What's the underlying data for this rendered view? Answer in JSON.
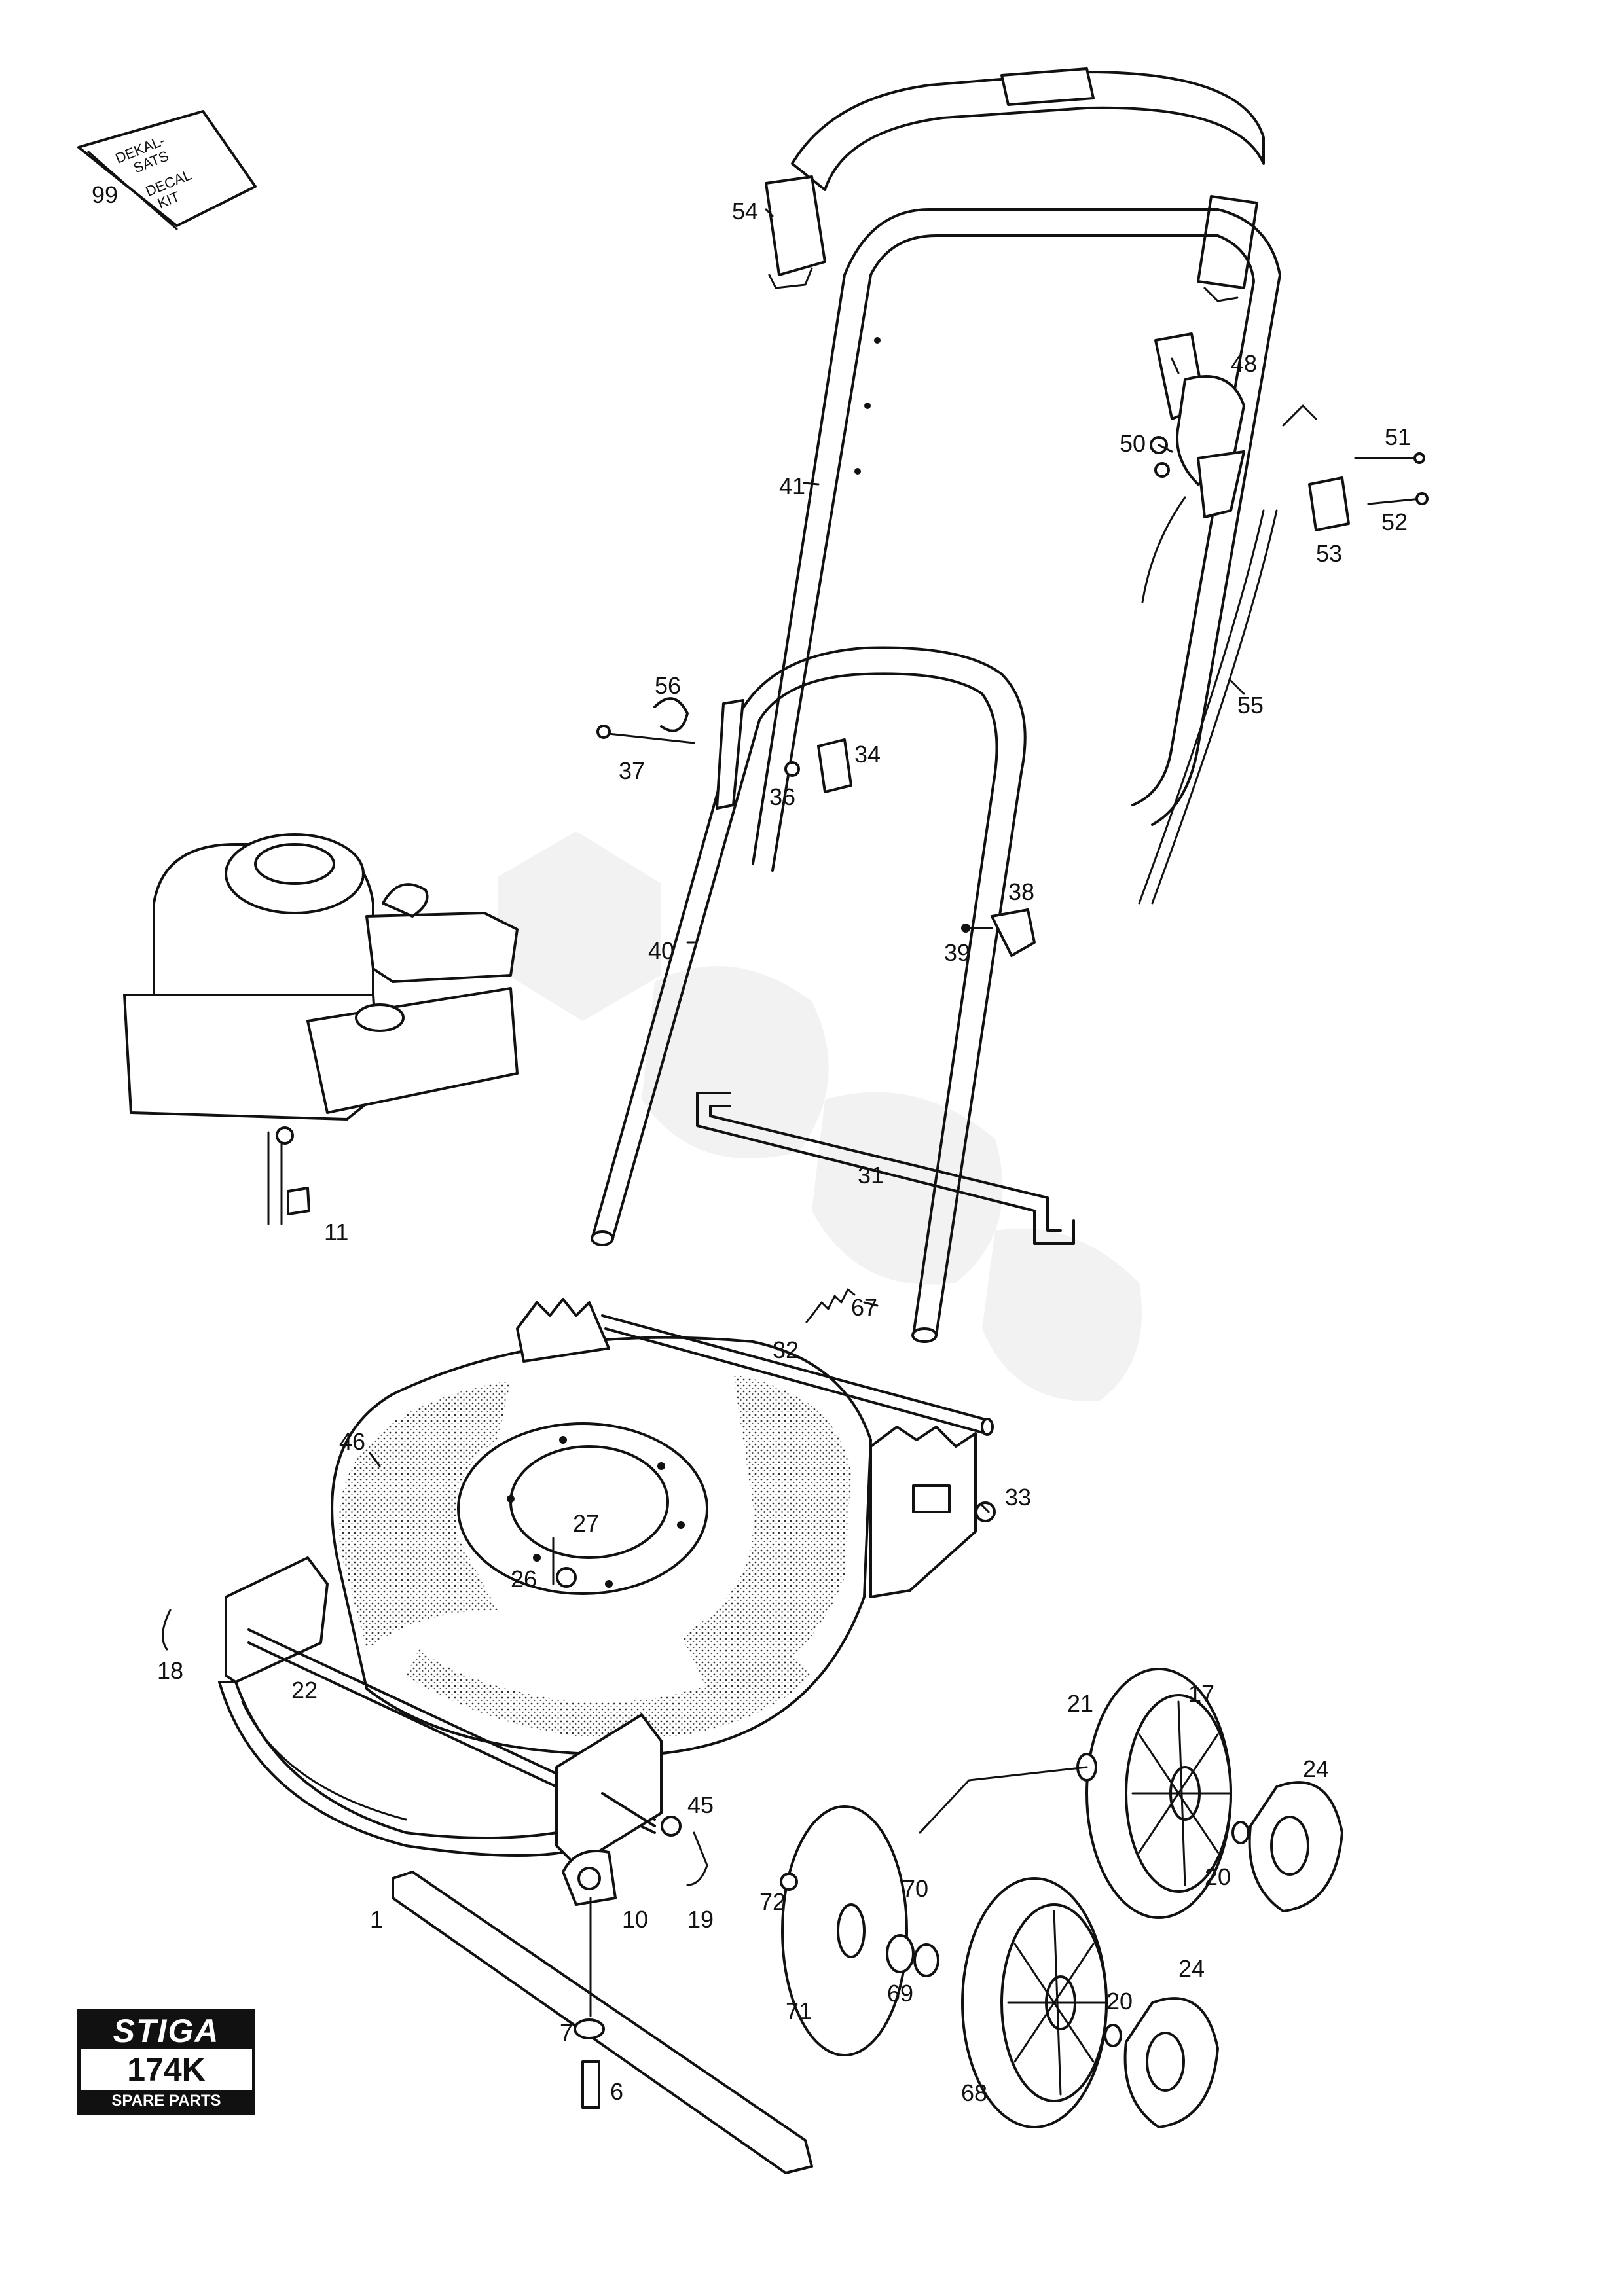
{
  "logo": {
    "brand": "STIGA",
    "model": "174K",
    "subtitle": "SPARE PARTS"
  },
  "decal": {
    "line1": "DEKAL-",
    "line2": "SATS",
    "line3": "DECAL",
    "line4": "KIT"
  },
  "parts": {
    "p1": "1",
    "p6": "6",
    "p7": "7",
    "p10": "10",
    "p11": "11",
    "p17": "17",
    "p18": "18",
    "p19": "19",
    "p20a": "20",
    "p20b": "20",
    "p21": "21",
    "p22": "22",
    "p24a": "24",
    "p24b": "24",
    "p26": "26",
    "p27": "27",
    "p31": "31",
    "p32": "32",
    "p33": "33",
    "p34": "34",
    "p36": "36",
    "p37": "37",
    "p38": "38",
    "p39": "39",
    "p40": "40",
    "p41": "41",
    "p45": "45",
    "p46": "46",
    "p48": "48",
    "p50": "50",
    "p51": "51",
    "p52": "52",
    "p53": "53",
    "p54": "54",
    "p55": "55",
    "p56": "56",
    "p67": "67",
    "p68": "68",
    "p69": "69",
    "p70": "70",
    "p71": "71",
    "p72": "72",
    "p99": "99"
  }
}
